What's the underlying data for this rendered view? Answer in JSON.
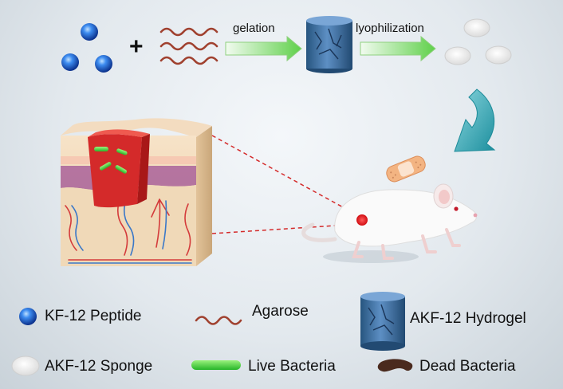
{
  "process": {
    "plus_sign": "+",
    "step1_label": "gelation",
    "step2_label": "lyophilization"
  },
  "legend": {
    "peptide": "KF-12 Peptide",
    "agarose": "Agarose",
    "hydrogel": "AKF-12 Hydrogel",
    "sponge": "AKF-12 Sponge",
    "live": "Live Bacteria",
    "dead": "Dead Bacteria"
  },
  "colors": {
    "peptide_blue": "#1f5fd0",
    "agarose_red": "#a0412f",
    "hydrogel_blue": "#3b6ea5",
    "arrow_green": "#7ddc6a",
    "curved_arrow_teal": "#2aa6b5",
    "live_bacteria_green": "#3fd13a",
    "dead_bacteria_brown": "#4a2a1e",
    "infection_red": "#e8141c",
    "tissue_red": "#d42a2a"
  },
  "icons": {
    "peptide": "blue-sphere-icon",
    "agarose": "wavy-line-icon",
    "hydrogel": "cylinder-icon",
    "sponge": "white-disc-icon",
    "bandage": "bandage-icon",
    "mouse": "rat-icon"
  }
}
